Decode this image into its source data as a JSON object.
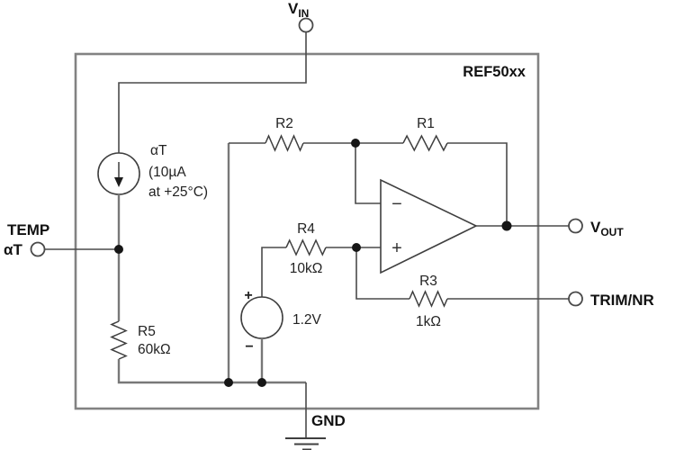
{
  "chip": {
    "label": "REF50xx"
  },
  "terminals": {
    "vin": {
      "main": "V",
      "sub": "IN"
    },
    "vout": {
      "main": "V",
      "sub": "OUT"
    },
    "trim": {
      "label": "TRIM/NR"
    },
    "temp": {
      "label": "TEMP",
      "pin": "αT"
    },
    "gnd": {
      "label": "GND"
    }
  },
  "components": {
    "current_source": {
      "label": "αT",
      "detail1": "(10µA",
      "detail2": "at +25°C)"
    },
    "r1": {
      "label": "R1"
    },
    "r2": {
      "label": "R2"
    },
    "r3": {
      "label": "R3",
      "value": "1kΩ"
    },
    "r4": {
      "label": "R4",
      "value": "10kΩ"
    },
    "r5": {
      "label": "R5",
      "value": "60kΩ"
    },
    "vref": {
      "value": "1.2V",
      "plus": "+",
      "minus": "−"
    },
    "opamp": {
      "inverting": "−",
      "noninverting": "+"
    }
  },
  "colors": {
    "wire": "#4a4a4a",
    "chip_outline": "#828282",
    "text": "#111111",
    "background": "#ffffff"
  }
}
